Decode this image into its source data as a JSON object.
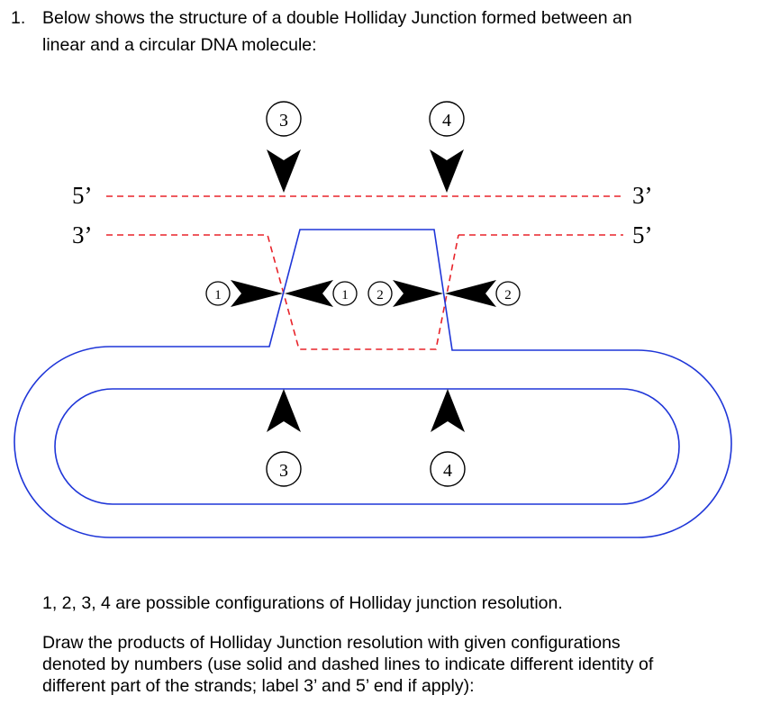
{
  "question": {
    "number": "1.",
    "line1": "Below shows the structure of a double Holliday Junction formed between an",
    "line2": "linear and a circular DNA molecule:"
  },
  "diagram": {
    "end_labels": {
      "left_top": "5’",
      "left_bottom": "3’",
      "right_top": "3’",
      "right_bottom": "5’"
    },
    "top_markers": [
      "3",
      "4"
    ],
    "bottom_markers": [
      "3",
      "4"
    ],
    "side_markers": [
      "1",
      "1",
      "2",
      "2"
    ],
    "colors": {
      "linear_strand": "#e8232a",
      "circular_strand": "#1f36d8",
      "marker": "#000000"
    }
  },
  "footer": {
    "configurations": "1, 2, 3, 4 are possible configurations of Holliday junction resolution.",
    "instr1": "Draw the products of Holliday Junction resolution with given configurations",
    "instr2": "denoted by numbers (use solid and dashed lines to indicate different identity of",
    "instr3": "different part of the strands; label 3’ and 5’ end if apply):"
  }
}
